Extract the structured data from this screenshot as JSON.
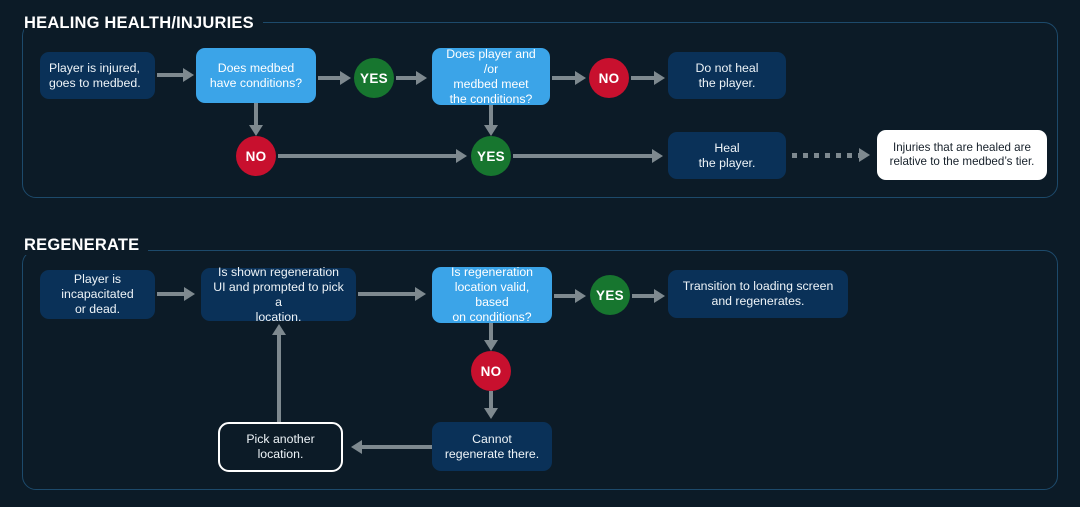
{
  "diagram": {
    "background_color": "#0c1b27",
    "colors": {
      "panel_border": "#1d4a6b",
      "node_dark": "#0a3158",
      "node_light": "#3ba4e8",
      "yes_green": "#17762f",
      "no_red": "#c8102e",
      "connector_gray": "#7e898f",
      "callout_white": "#ffffff"
    },
    "sections": [
      {
        "id": "healing",
        "title": "HEALING HEALTH/INJURIES",
        "nodes": [
          {
            "id": "h1",
            "label": "Player is injured,\ngoes to medbed.",
            "style": "dark"
          },
          {
            "id": "h2",
            "label": "Does medbed\nhave conditions?",
            "style": "light"
          },
          {
            "id": "h3",
            "label": "YES",
            "style": "yes"
          },
          {
            "id": "h4",
            "label": "Does player and /or\nmedbed meet\nthe conditions?",
            "style": "light"
          },
          {
            "id": "h5",
            "label": "NO",
            "style": "no"
          },
          {
            "id": "h6",
            "label": "Do not heal\nthe player.",
            "style": "dark"
          },
          {
            "id": "h7",
            "label": "NO",
            "style": "no"
          },
          {
            "id": "h8",
            "label": "YES",
            "style": "yes"
          },
          {
            "id": "h9",
            "label": "Heal\nthe player.",
            "style": "dark"
          },
          {
            "id": "h10",
            "label": "Injuries that are healed are\nrelative to the medbed’s tier.",
            "style": "callout"
          }
        ]
      },
      {
        "id": "regenerate",
        "title": "REGENERATE",
        "nodes": [
          {
            "id": "r1",
            "label": "Player is\nincapacitated\nor dead.",
            "style": "dark"
          },
          {
            "id": "r2",
            "label": "Is shown regeneration\nUI and prompted to pick a\nlocation.",
            "style": "dark"
          },
          {
            "id": "r3",
            "label": "Is regeneration\nlocation valid, based\non conditions?",
            "style": "light"
          },
          {
            "id": "r4",
            "label": "YES",
            "style": "yes"
          },
          {
            "id": "r5",
            "label": "Transition to loading screen\nand regenerates.",
            "style": "dark"
          },
          {
            "id": "r6",
            "label": "NO",
            "style": "no"
          },
          {
            "id": "r7",
            "label": "Cannot\nregenerate there.",
            "style": "dark"
          },
          {
            "id": "r8",
            "label": "Pick another\nlocation.",
            "style": "outline"
          }
        ]
      }
    ]
  }
}
